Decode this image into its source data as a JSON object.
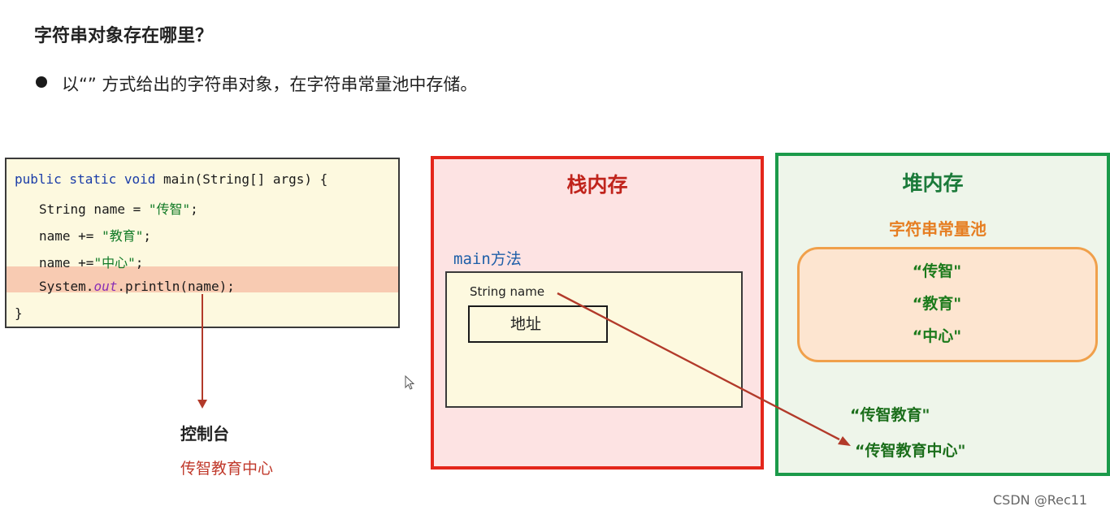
{
  "title": "字符串对象存在哪里？",
  "bullet": "以“” 方式给出的字符串对象，在字符串常量池中存储。",
  "code": {
    "line1": {
      "kw": "public static void",
      "rest": " main(String[] args) {"
    },
    "line2": {
      "pre": "String name = ",
      "str": "\"传智\"",
      "post": ";"
    },
    "line3": {
      "pre": "name += ",
      "str": "\"教育\"",
      "post": ";"
    },
    "line4": {
      "pre": "name +=",
      "str": "\"中心\"",
      "post": ";"
    },
    "line5": {
      "pre": "System.",
      "field": "out",
      "post": ".println(name);"
    },
    "line6": "}"
  },
  "console": {
    "title": "控制台",
    "output": "传智教育中心"
  },
  "stack": {
    "title": "栈内存",
    "method_label": "main方法",
    "variable": "String name",
    "address": "地址"
  },
  "heap": {
    "title": "堆内存",
    "pool_title": "字符串常量池",
    "pool_items": [
      "“传智\"",
      "“教育\"",
      "“中心\""
    ],
    "objects": [
      "“传智教育\"",
      "“传智教育中心\""
    ]
  },
  "watermark": "CSDN @Rec11",
  "colors": {
    "stack_border": "#e4261b",
    "heap_border": "#1b9a4a",
    "pool_border": "#f0a04b",
    "arrow": "#b23a2a",
    "code_highlight": "#f8cbb2"
  }
}
